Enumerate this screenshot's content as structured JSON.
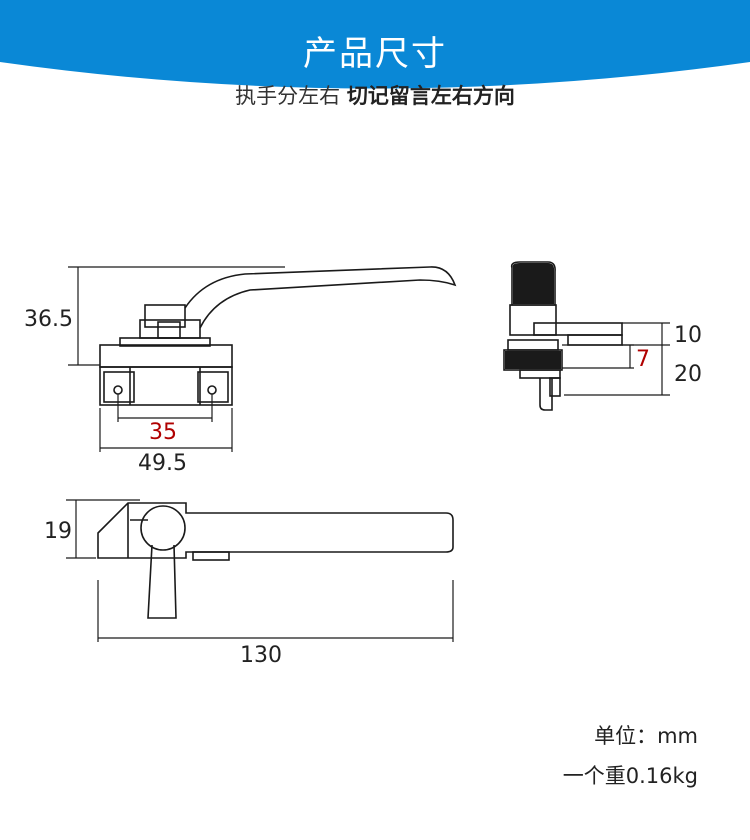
{
  "header": {
    "title": "产品尺寸",
    "subtitle_normal": "执手分左右",
    "subtitle_bold": "切记留言左右方向",
    "band_color": "#0a88d6"
  },
  "dimensions": {
    "front_height": "36.5",
    "hole_spacing": "35",
    "base_width": "49.5",
    "side_top": "10",
    "side_mid": "7",
    "side_bottom": "20",
    "top_view_height": "19",
    "total_length": "130"
  },
  "specs": {
    "unit": "单位：mm",
    "weight": "一个重0.16kg"
  },
  "colors": {
    "line": "#1a1a1a",
    "red_dim": "#b00000"
  }
}
